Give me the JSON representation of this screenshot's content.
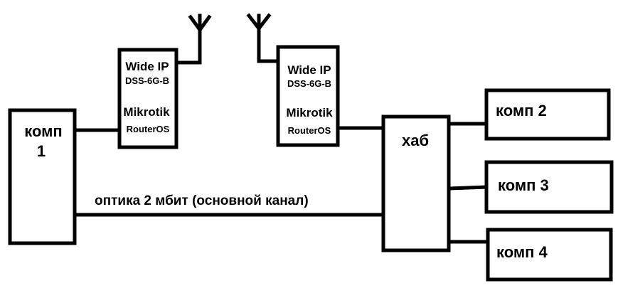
{
  "diagram": {
    "title": "",
    "nodes": {
      "comp1": {
        "label_line1": "комп",
        "label_line2": "1"
      },
      "router1": {
        "brand": "Wide IP",
        "model": "DSS-6G-B",
        "vendor": "Mikrotik",
        "os": "RouterOS",
        "has_antenna": true
      },
      "router2": {
        "brand": "Wide IP",
        "model": "DSS-6G-B",
        "vendor": "Mikrotik",
        "os": "RouterOS",
        "has_antenna": true
      },
      "hub": {
        "label": "хаб"
      },
      "comp2": {
        "label": "комп 2"
      },
      "comp3": {
        "label": "комп 3"
      },
      "comp4": {
        "label": "комп 4"
      }
    },
    "links": [
      {
        "from": "comp1",
        "to": "router1",
        "label": ""
      },
      {
        "from": "router1",
        "to": "router2",
        "label": "",
        "type": "wireless"
      },
      {
        "from": "router2",
        "to": "hub",
        "label": ""
      },
      {
        "from": "comp1",
        "to": "hub",
        "label": "оптика 2 мбит (основной канал)"
      },
      {
        "from": "hub",
        "to": "comp2",
        "label": ""
      },
      {
        "from": "hub",
        "to": "comp3",
        "label": ""
      },
      {
        "from": "hub",
        "to": "comp4",
        "label": ""
      }
    ],
    "colors": {
      "stroke": "#000000",
      "background": "#ffffff"
    }
  }
}
